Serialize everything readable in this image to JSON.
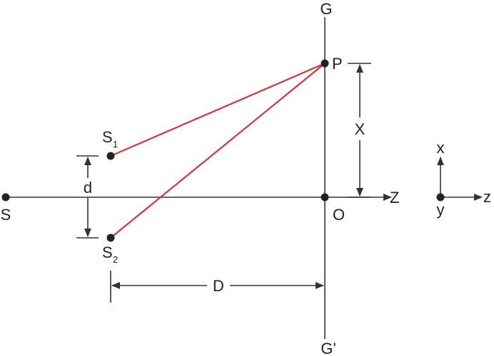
{
  "labels": {
    "screen_top": "G",
    "screen_bottom": "G'",
    "point_p": "P",
    "origin": "O",
    "source": "S",
    "slit1_letter": "S",
    "slit1_sub": "1",
    "slit2_letter": "S",
    "slit2_sub": "2",
    "slit_separation": "d",
    "screen_distance": "D",
    "height_x": "X",
    "axis_z": "Z",
    "coord_x": "x",
    "coord_y": "y",
    "coord_z": "z"
  },
  "colors": {
    "ray": "#d9343a",
    "line": "#333333",
    "text": "#222222"
  }
}
